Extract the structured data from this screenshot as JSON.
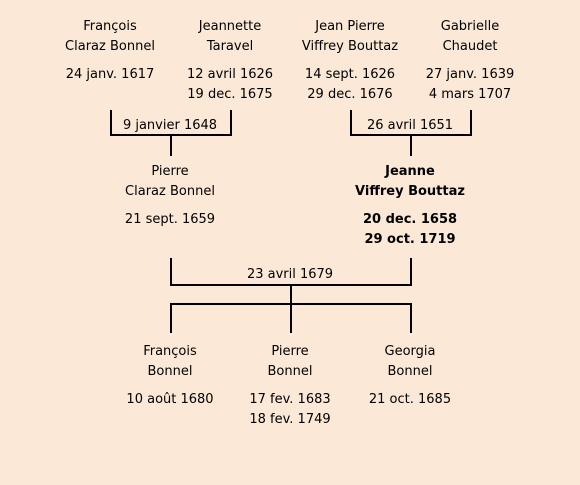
{
  "grandparents_left": {
    "p1": {
      "first": "François",
      "last": "Claraz Bonnel",
      "birth": "24 janv. 1617",
      "death": ""
    },
    "p2": {
      "first": "Jeannette",
      "last": "Taravel",
      "birth": "12 avril 1626",
      "death": "19 dec. 1675"
    },
    "marriage": "9 janvier 1648"
  },
  "grandparents_right": {
    "p1": {
      "first": "Jean Pierre",
      "last": "Viffrey Bouttaz",
      "birth": "14 sept. 1626",
      "death": "29 dec. 1676"
    },
    "p2": {
      "first": "Gabrielle",
      "last": "Chaudet",
      "birth": "27 janv. 1639",
      "death": "4 mars 1707"
    },
    "marriage": "26 avril 1651"
  },
  "parents": {
    "father": {
      "first": "Pierre",
      "last": "Claraz Bonnel",
      "birth": "21 sept. 1659",
      "death": ""
    },
    "mother": {
      "first": "Jeanne",
      "last": "Viffrey Bouttaz",
      "birth": "20 dec. 1658",
      "death": "29 oct. 1719"
    },
    "marriage": "23 avril 1679"
  },
  "children": [
    {
      "first": "François",
      "last": "Bonnel",
      "birth": "10 août 1680",
      "death": ""
    },
    {
      "first": "Pierre",
      "last": "Bonnel",
      "birth": "17 fev. 1683",
      "death": "18 fev. 1749"
    },
    {
      "first": "Georgia",
      "last": "Bonnel",
      "birth": "21 oct. 1685",
      "death": ""
    }
  ]
}
